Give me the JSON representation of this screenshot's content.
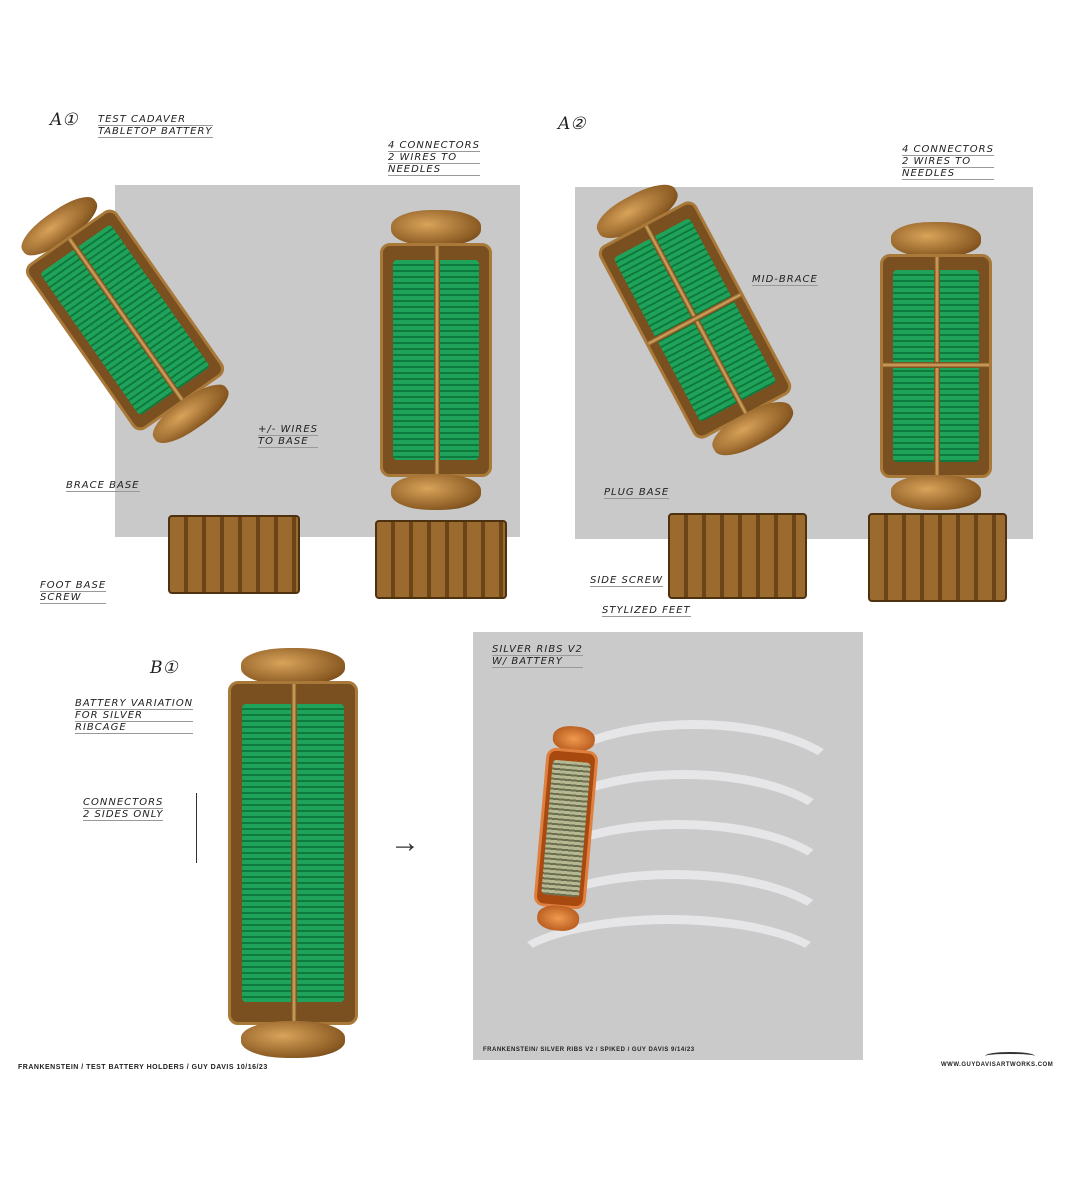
{
  "section_a1": {
    "marker": "A①",
    "title": [
      "TEST CADAVER",
      "TABLETOP BATTERY"
    ],
    "connectors_note": [
      "4 CONNECTORS",
      "2 WIRES TO",
      "NEEDLES"
    ],
    "wires_note": [
      "+/- WIRES",
      "TO BASE"
    ],
    "brace_base": "BRACE BASE",
    "foot_base_screw": [
      "FOOT BASE",
      "SCREW"
    ]
  },
  "section_a2": {
    "marker": "A②",
    "connectors_note": [
      "4 CONNECTORS",
      "2 WIRES TO",
      "NEEDLES"
    ],
    "mid_brace": "MID-BRACE",
    "plug_base": "PLUG BASE",
    "side_screw": "SIDE SCREW",
    "stylized_feet": "STYLIZED FEET"
  },
  "section_b1": {
    "marker": "B①",
    "title": [
      "BATTERY VARIATION",
      "FOR SILVER",
      "RIBCAGE"
    ],
    "connectors_note": [
      "CONNECTORS",
      "2 SIDES ONLY"
    ]
  },
  "ribs_panel": {
    "title": [
      "SILVER RIBS V2",
      "W/ BATTERY"
    ],
    "caption": "FRANKENSTEIN/ SILVER RIBS V2 / SPIKED / GUY DAVIS 9/14/23"
  },
  "footer": {
    "caption": "FRANKENSTEIN / TEST BATTERY HOLDERS / GUY DAVIS 10/16/23",
    "website": "WWW.GUYDAVISARTWORKS.COM"
  },
  "colors": {
    "brass": "#9a6a2e",
    "glass": "#1fa35a",
    "panel": "#c9c9c9"
  }
}
